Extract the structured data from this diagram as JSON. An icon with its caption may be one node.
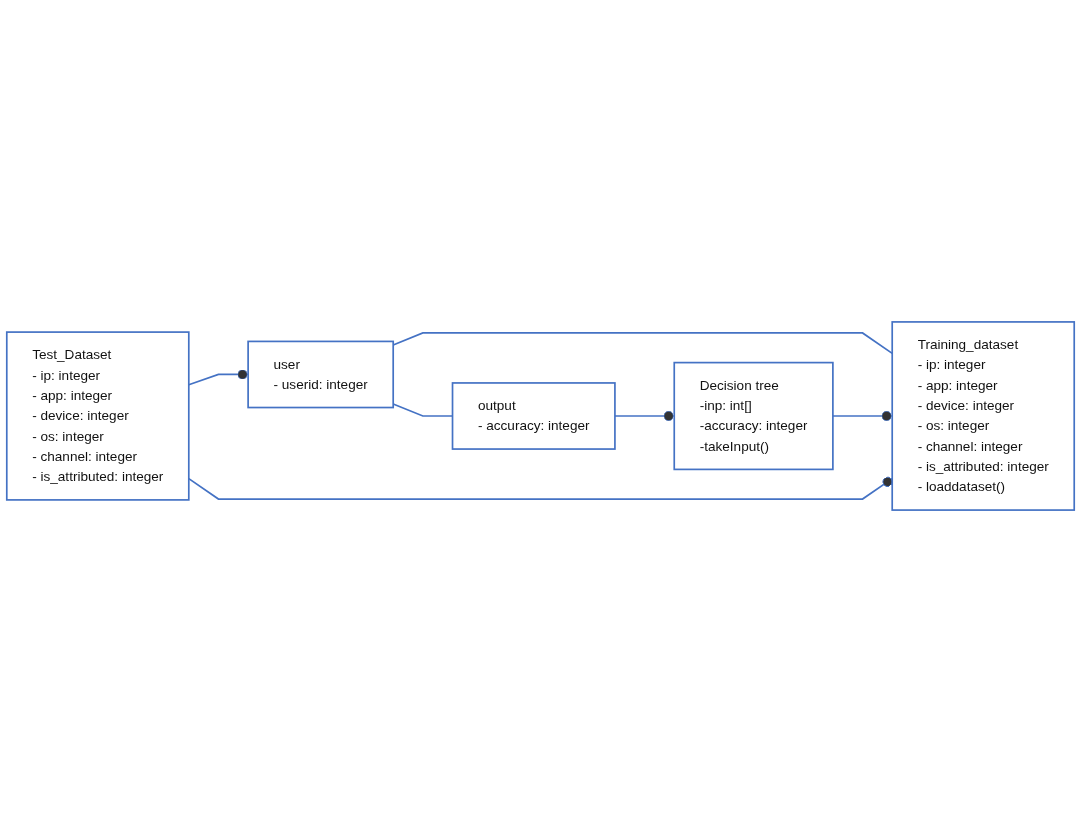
{
  "diagram": {
    "nodes": [
      {
        "text": [
          "user",
          "- userid: integer"
        ]
      },
      {
        "text": [
          "Training_dataset",
          "- ip: integer",
          "- app: integer",
          "- device: integer",
          "- os: integer",
          "- channel: integer",
          "- is_attributed: integer",
          "- loaddataset()"
        ]
      },
      {
        "text": [
          "Test_Dataset",
          "- ip: integer",
          "- app: integer",
          "- device: integer",
          "- os: integer",
          "- channel: integer",
          "- is_attributed: integer"
        ]
      },
      {
        "text": [
          "output",
          "- accuracy: integer"
        ]
      },
      {
        "text": [
          "Decision tree",
          "-inp: int[]",
          "-accuracy: integer",
          "-takeInput()"
        ]
      }
    ],
    "edges": [
      {
        "from": 0,
        "to": 1,
        "arrow": "none"
      },
      {
        "from": 2,
        "to": 0,
        "arrow": "other"
      },
      {
        "from": 2,
        "to": 1,
        "arrow": "other"
      },
      {
        "from": 4,
        "to": 1,
        "arrow": "other"
      },
      {
        "from": 3,
        "to": 4,
        "arrow": "other"
      },
      {
        "from": 0,
        "to": 3,
        "arrow": "none"
      }
    ]
  }
}
